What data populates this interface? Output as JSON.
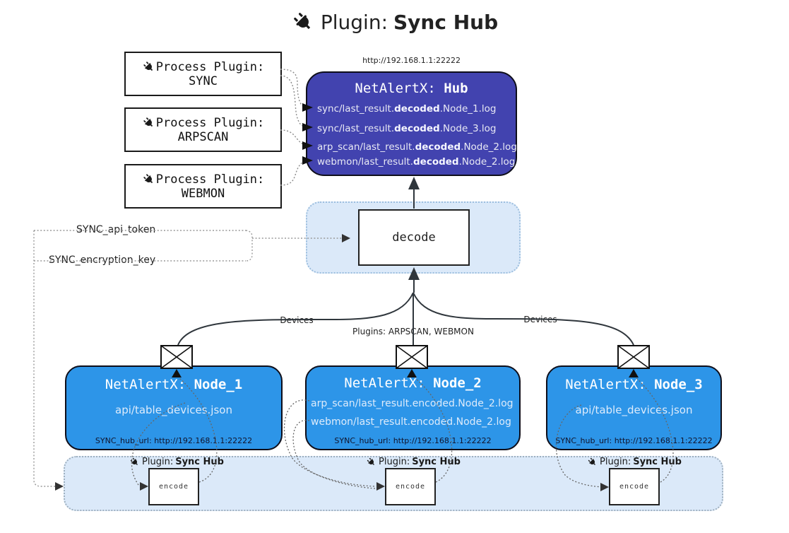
{
  "title": {
    "icon": "plug-icon",
    "prefix": "Plugin:",
    "name": "Sync Hub"
  },
  "process_plugins": [
    {
      "icon": "plug-icon",
      "label": "Process Plugin:",
      "name": "SYNC"
    },
    {
      "icon": "plug-icon",
      "label": "Process Plugin:",
      "name": "ARPSCAN"
    },
    {
      "icon": "plug-icon",
      "label": "Process Plugin:",
      "name": "WEBMON"
    }
  ],
  "hub": {
    "url": "http://192.168.1.1:22222",
    "title_prefix": "NetAlertX: ",
    "title_name": "Hub",
    "logs": [
      {
        "pre": "sync/last_result.",
        "bold": "decoded",
        "post": ".Node_1.log"
      },
      {
        "pre": "sync/last_result.",
        "bold": "decoded",
        "post": ".Node_3.log"
      },
      {
        "pre": "arp_scan/last_result.",
        "bold": "decoded",
        "post": ".Node_2.log"
      },
      {
        "pre": "webmon/last_result.",
        "bold": "decoded",
        "post": ".Node_2.log"
      }
    ]
  },
  "decode_label": "decode",
  "tokens": {
    "api": "SYNC_api_token",
    "key": "SYNC_encryption_key"
  },
  "edges": {
    "devices_left": "Devices",
    "devices_right": "Devices",
    "plugins_mid": "Plugins: ARPSCAN, WEBMON"
  },
  "nodes": [
    {
      "title_prefix": "NetAlertX: ",
      "title_name": "Node_1",
      "lines": [
        "api/table_devices.json"
      ],
      "footer": "SYNC_hub_url: http://192.168.1.1:22222"
    },
    {
      "title_prefix": "NetAlertX: ",
      "title_name": "Node_2",
      "lines": [
        "arp_scan/last_result.encoded.Node_2.log",
        "webmon/last_result.encoded.Node_2.log"
      ],
      "footer": "SYNC_hub_url: http://192.168.1.1:22222"
    },
    {
      "title_prefix": "NetAlertX: ",
      "title_name": "Node_3",
      "lines": [
        "api/table_devices.json"
      ],
      "footer": "SYNC_hub_url: http://192.168.1.1:22222"
    }
  ],
  "encoders": [
    {
      "icon": "plug-icon",
      "plugin_prefix": "Plugin:",
      "plugin_name": "Sync Hub",
      "box_label": "encode"
    },
    {
      "icon": "plug-icon",
      "plugin_prefix": "Plugin:",
      "plugin_name": "Sync Hub",
      "box_label": "encode"
    },
    {
      "icon": "plug-icon",
      "plugin_prefix": "Plugin:",
      "plugin_name": "Sync Hub",
      "box_label": "encode"
    }
  ],
  "icons": {
    "plug": "plug-icon",
    "envelope": "envelope-icon"
  },
  "colors": {
    "hub_fill": "#4243af",
    "node_fill": "#2d95e8",
    "panel_fill": "#dbe9f9",
    "hub_text": "#e8e9f4",
    "node_text": "#ddebfb",
    "line": "#2f363c"
  }
}
